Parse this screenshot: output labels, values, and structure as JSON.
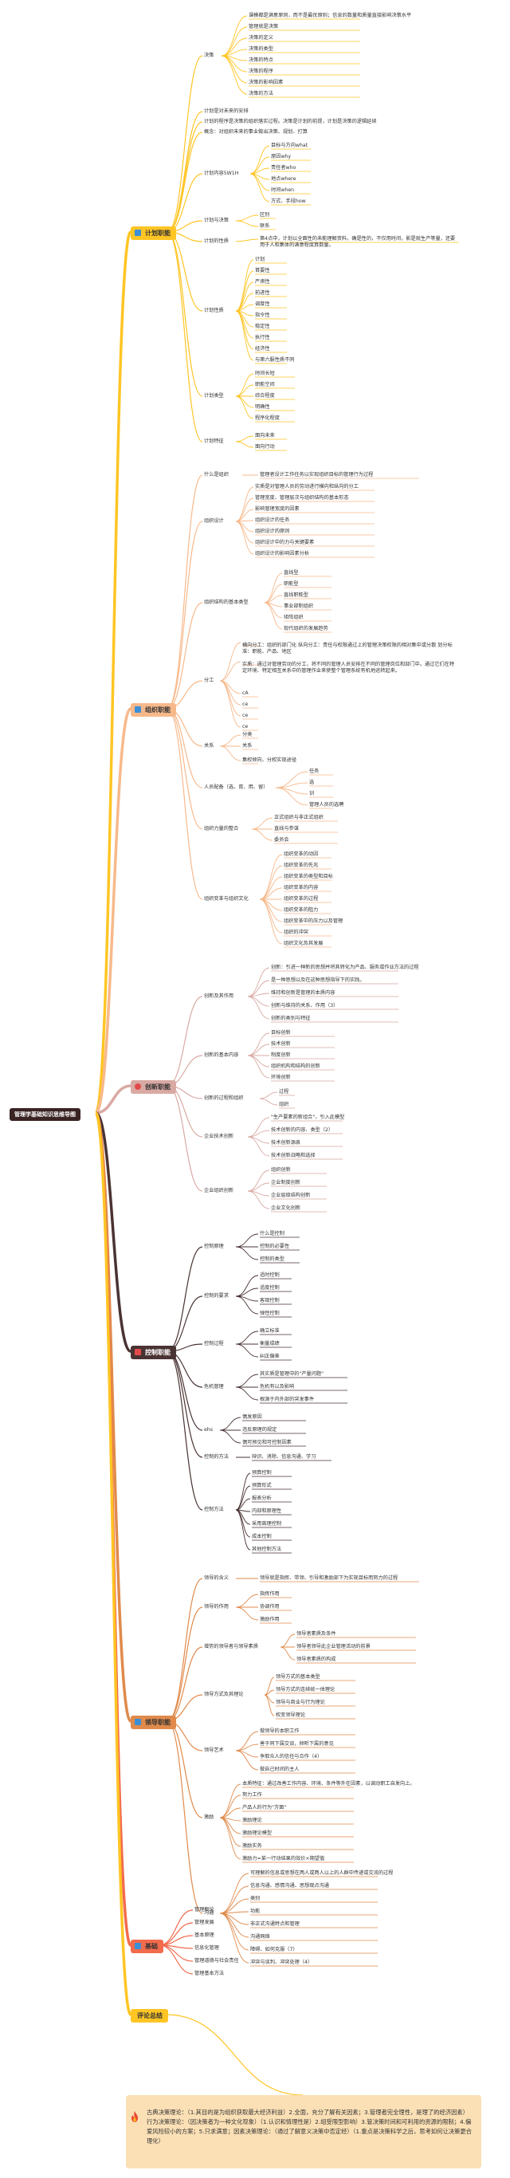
{
  "colors": {
    "planning": "#ffc524",
    "organizing": "#f7b98b",
    "innovation": "#d9a9a3",
    "control": "#4a3333",
    "leading": "#e08a4b",
    "basics": "#f26b4d",
    "review": "#ffc524",
    "root": "#3a2323",
    "box": "#fbe0b6"
  },
  "root": "管理学基础知识思维导图",
  "branches": [
    {
      "label": "计划职能",
      "icon": "square-icon"
    },
    {
      "label": "组织职能",
      "icon": "square-icon"
    },
    {
      "label": "创新职能",
      "icon": "circle-icon"
    },
    {
      "label": "控制职能",
      "icon": "square-icon"
    },
    {
      "label": "领导职能",
      "icon": "square-icon"
    },
    {
      "label": "基础",
      "icon": "square-icon"
    },
    {
      "label": "评论总结",
      "icon": ""
    }
  ],
  "planning": {
    "juece": "决策",
    "juece_items": [
      "课模都是满意原则，而不是最优原则；信息的数量和质量直接影响决策水平",
      "管理就是决策",
      "决策的定义",
      "决策的类型",
      "决策的特点",
      "决策的程序",
      "决策的影响因素",
      "决策的方法"
    ],
    "line1": "计划是对未来的安排",
    "line2": "计划的程序是决策的组织落实过程。决策是计划的前提，计划是决策的逻辑延续",
    "line3": "概念：对组织未来的事业做出决策、规划、打算",
    "content": "计划内容5W1H",
    "content_items": [
      "目标与方向what",
      "原因why",
      "责任者who",
      "地点where",
      "时间when",
      "方式、手段how"
    ],
    "vsdecision": "计划与决策",
    "vsdecision_items": [
      "区别",
      "联系"
    ],
    "nature": "计划的性质",
    "nature_text": "第4点中，计划以全面性的未能理解资料。确是性的，不仅用时间，影是就生产等量，还要用于人和集体的满意程度算数量。",
    "role": "计划性质",
    "role_items": [
      "计划",
      "首要性",
      "严肃性",
      "前进性",
      "调度性",
      "指令性",
      "稳定性",
      "执行性",
      "经济性",
      "与第六服性质不同"
    ],
    "type": "计划类型",
    "type_items": [
      "时间长短",
      "职能空间",
      "综合程度",
      "明确性",
      "程序化程度"
    ],
    "feature": "计划特征",
    "feature_items": [
      "面向未来",
      "面向行动"
    ]
  },
  "organizing": {
    "what": "什么是组织",
    "what_text": "管理者设计工作任务以实现组织目标的管理行为过程",
    "design": "组织设计",
    "design_items": [
      "实质是对管理人员的劳动进行横向和纵向的分工",
      "管理宽度、管理层次与组织结构的基本形态",
      "影响管理宽度的因素",
      "组织设计的任务",
      "组织设计的原则",
      "组织设计中的力与关键要素",
      "组织设计的影响因素分析"
    ],
    "structure": "组织结构的基本类型",
    "structure_items": [
      "直线型",
      "职能型",
      "直线职能型",
      "事业部制组织",
      "矩阵组织",
      "现代组织的发展趋势"
    ],
    "div": "分工",
    "div_text1": "横向分工：组织的部门化 纵向分工：责任与权限通过上的管理决策权限的相对集中或分散 划分标准：职能、产品、地区",
    "div_text2": "实质：通过对管理劳动的分工，将不同的管理人员安排在不同的管理岗位和部门中。通过它们在特定环境、特定相互关系中的管理作业来使整个管理系统有机地运转起来。",
    "div_items": [
      "cA",
      "ce",
      "ce",
      "ce"
    ],
    "rel": "关系",
    "rel_items": [
      "分类",
      "关系"
    ],
    "rel_note": "集权倾向、分权实现途径",
    "staffing": "人员配备（选、育、用、留）",
    "staffing_items": [
      "任务",
      "选",
      "训",
      "管理人员的选聘"
    ],
    "integrate": "组织力量的整合",
    "integrate_items": [
      "正式组织与非正式组织",
      "直线与参谋",
      "委员会"
    ],
    "change": "组织变革与组织文化",
    "change_items": [
      "组织变革的动因",
      "组织变革的先兆",
      "组织变革的类型和目标",
      "组织变革的内容",
      "组织变革的过程",
      "组织变革的阻力",
      "组织变革中的压力以及管理",
      "组织的冲突",
      "组织文化及其发展"
    ]
  },
  "innovation": {
    "nature": "创新及其作用",
    "nature_items": [
      "创新：引进一种新的思想并将其转化为产品、服务或作业方法的过程",
      "是一种思想以及在这种思想指导下的实践。",
      "维持和创新是管理的本质内容",
      "创新与维持的关系、作用（3）",
      "创新的类别与特征"
    ],
    "content": "创新的基本内容",
    "content_items": [
      "目标创新",
      "技术创新",
      "制度创新",
      "组织机构和结构的创新",
      "环境创新"
    ],
    "process": "创新的过程和组织",
    "process_items": [
      "过程",
      "组织"
    ],
    "tech": "企业技术创新",
    "tech_items": [
      "\"生产要素的新组合\"，引入此模型",
      "技术创新的内容、类型（2）",
      "技术创新源泉",
      "技术创新战略和选择"
    ],
    "org": "企业组织创新",
    "org_items": [
      "组织创新",
      "企业制度创新",
      "企业层级结构创新",
      "企业文化创新"
    ]
  },
  "control": {
    "overview": "控制原理",
    "overview_items": [
      "什么是控制",
      "控制的必要性",
      "控制的类型"
    ],
    "require": "控制的要求",
    "require_items": [
      "适时控制",
      "适度控制",
      "客观控制",
      "弹性控制"
    ],
    "process": "控制过程",
    "process_items": [
      "确立标准",
      "衡量成绩",
      "纠正偏差"
    ],
    "crisis": "危机管理",
    "crisis_items": [
      "其实质是管理中的\"产量问题\"",
      "危机有以及影响",
      "根源于内外部的突发事件"
    ],
    "ehs": "ehs",
    "ehs_items": [
      "偶发原因",
      "违反原理的规定",
      "偶可预见和可控制因素"
    ],
    "method": "控制的方法",
    "method_text": "辩识、消除、信息沟通、学习",
    "tech": "控制方法",
    "tech_items": [
      "预算控制",
      "预算形式",
      "报表分析",
      "内部和原理性",
      "采用离理控制",
      "成本控制",
      "其他控制方法"
    ]
  },
  "leading": {
    "meaning": "领导的含义",
    "meaning_text": "领导就是指挥、带领、引导和激励部下为实现目标而努力的过程",
    "role": "领导的作用",
    "role_items": [
      "指挥作用",
      "协调作用",
      "激励作用"
    ],
    "vs": "增势的领导者与领导素质",
    "vs_items": [
      "领导者素质及条件",
      "领导者领导此企业管理活动的前景",
      "领导者素质的构成"
    ],
    "style": "领导方式及其理论",
    "style_items": [
      "领导方式的基本类型",
      "领导方式的连续统一体理论",
      "领导与商业与行为理论",
      "权变领导理论"
    ],
    "art": "领导艺术",
    "art_items": [
      "做领导的本职工作",
      "善于同下属交谈，倾听下属的意见",
      "争取众人的信任与合作（4）",
      "做自己时间的主人"
    ],
    "motivation": "激励",
    "motivation_items": [
      "本质特征：通过改善工作内容、环境、条件等外在因素，以调动职工自发向上。",
      "努力工作",
      "产品人的行为\"方面\"",
      "激励理论",
      "激励理论模型",
      "激励实务",
      "激励力=某一行动结果的效价×期望值"
    ],
    "communication": "沟通",
    "communication_items": [
      "可理解的信息或思想在两人或两人以上的人群中传递或交流的过程",
      "信息沟通、感情沟通、思想观点沟通",
      "类别",
      "功能",
      "非正式沟通特点和管理",
      "沟通网络",
      "障碍、如何克服（7）",
      "冲突与谈判、冲突处理（4）"
    ]
  },
  "basics": {
    "items": [
      "管理概论",
      "管理发展",
      "基本原理",
      "信息化管理",
      "管理道德与社会责任",
      "管理基本方法"
    ]
  },
  "review": {
    "text": "古典决策理论：（1.其目的是为组织获取最大经济利益）2.全面，充分了解有关因素；3.管理者完全理性，是理了的经济因素）行为决策理论：（因决策者为一种文化现象）（1.认识和情理性是）2.组受限型影响）3.管决策时间和可利用的资源的限制；4.偏爱风险较小的方案；5.只求满意；因素决策理论：（通过了解意义决策中否定经）（1.重点是决策科学之后，思考如何让决策更合理化）"
  }
}
